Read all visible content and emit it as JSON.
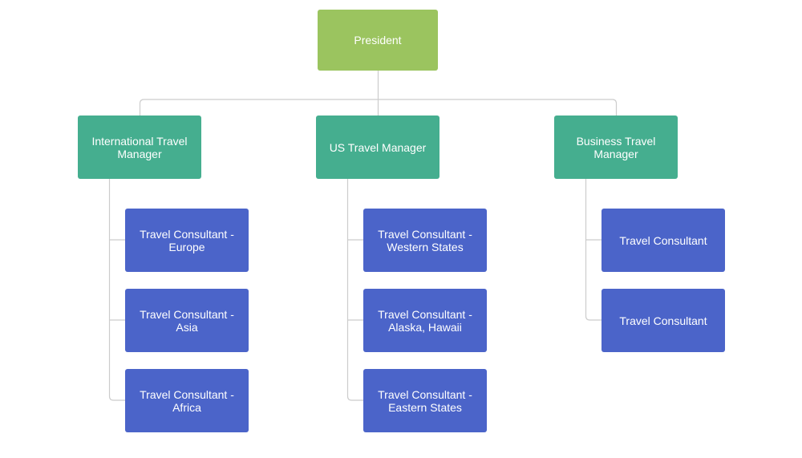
{
  "colors": {
    "president": "#9bc45f",
    "manager": "#45ae8f",
    "consultant": "#4b64c9",
    "connector": "#cccccc"
  },
  "org": {
    "president": "President",
    "managers": [
      {
        "title": "International Travel Manager",
        "consultants": [
          "Travel Consultant - Europe",
          "Travel Consultant - Asia",
          "Travel Consultant - Africa"
        ]
      },
      {
        "title": "US Travel Manager",
        "consultants": [
          "Travel Consultant - Western States",
          "Travel Consultant - Alaska, Hawaii",
          "Travel Consultant - Eastern States"
        ]
      },
      {
        "title": "Business Travel Manager",
        "consultants": [
          "Travel Consultant",
          "Travel Consultant"
        ]
      }
    ]
  }
}
